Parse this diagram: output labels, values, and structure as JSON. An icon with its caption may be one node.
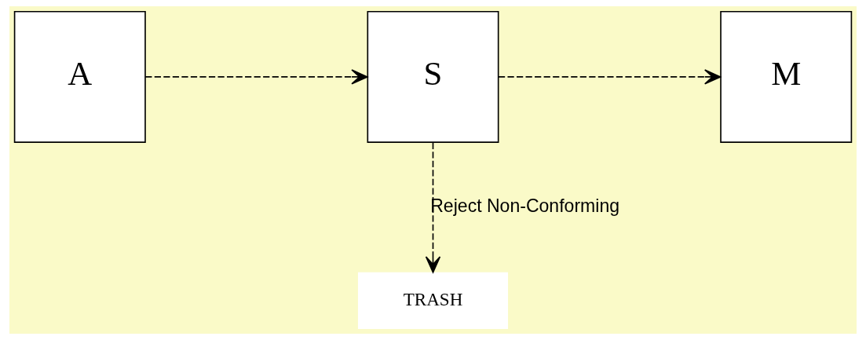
{
  "diagram": {
    "nodes": [
      {
        "text": [
          "A"
        ]
      },
      {
        "text": [
          "S"
        ]
      },
      {
        "text": [
          "M"
        ]
      },
      {
        "text": [
          "TRASH"
        ]
      }
    ],
    "edges": [
      {
        "from": 0,
        "to": 1,
        "arrow": "to",
        "style": "dashed"
      },
      {
        "from": 1,
        "to": 2,
        "arrow": "to",
        "style": "dashed"
      },
      {
        "from": 1,
        "to": 3,
        "arrow": "to",
        "style": "dashed",
        "label": "Reject Non-Conforming"
      }
    ]
  }
}
